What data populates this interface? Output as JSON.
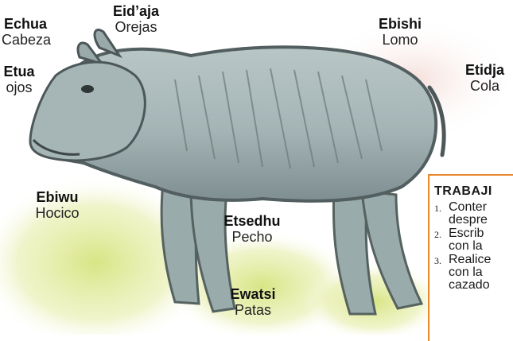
{
  "labels": [
    {
      "id": "head",
      "native": "Echua",
      "spanish": "Cabeza"
    },
    {
      "id": "ears",
      "native": "Eid’aja",
      "spanish": "Orejas"
    },
    {
      "id": "back",
      "native": "Ebishi",
      "spanish": "Lomo"
    },
    {
      "id": "tail",
      "native": "Etidja",
      "spanish": "Cola"
    },
    {
      "id": "eyes",
      "native": "Etua",
      "spanish": "ojos"
    },
    {
      "id": "snout",
      "native": "Ebiwu",
      "spanish": "Hocico"
    },
    {
      "id": "chest",
      "native": "Etsedhu",
      "spanish": "Pecho"
    },
    {
      "id": "legs",
      "native": "Ewatsi",
      "spanish": "Patas"
    }
  ],
  "work_box": {
    "title": "TRABAJI",
    "items": [
      {
        "num": "1.",
        "text": "Conter\ndespre"
      },
      {
        "num": "2.",
        "text": "Escrib\ncon la"
      },
      {
        "num": "3.",
        "text": "Realice\ncon la\ncazado"
      }
    ]
  },
  "colors": {
    "animal_body": "#a9b8b8",
    "animal_shadow": "#5a6668",
    "grass": "#d8e58a",
    "box_border": "#e8862a"
  }
}
